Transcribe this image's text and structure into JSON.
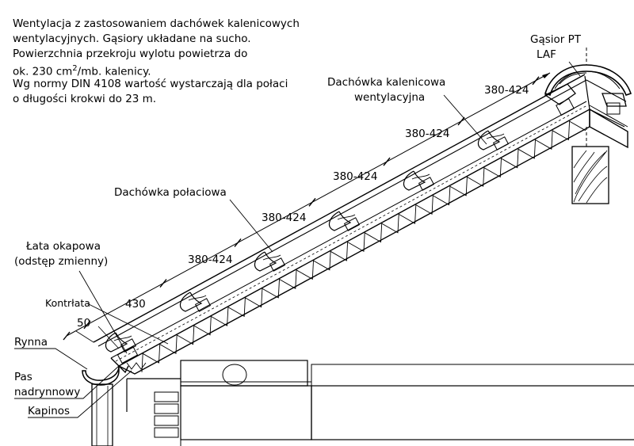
{
  "note": {
    "line1": "Wentylacja z zastosowaniem dachówek kalenicowych",
    "line2": "wentylacyjnych. Gąsiory układane na sucho.",
    "line3": "Powierzchnia przekroju wylotu powietrza do",
    "line4_prefix": "ok. 230 cm",
    "line4_sup": "2",
    "line4_suffix": "/mb. kalenicy.",
    "line5": "Wg normy DIN 4108 wartość wystarczają dla połaci",
    "line6": "o długości krokwi do 23 m."
  },
  "labels": {
    "gasior_1": "Gąsior PT",
    "gasior_2": "LAF",
    "kalenicowa_1": "Dachówka kalenicowa",
    "kalenicowa_2": "wentylacyjna",
    "polaciowa": "Dachówka połaciowa",
    "lata_1": "Łata okapowa",
    "lata_2": "(odstęp zmienny)",
    "kontrlata": "Kontrłata",
    "rynna": "Rynna",
    "pas_1": "Pas",
    "pas_2": "nadrynnowy",
    "kapinos": "Kapinos"
  },
  "dimensions": [
    "50",
    "430",
    "380-424",
    "380-424",
    "380-424",
    "380-424",
    "380-424"
  ]
}
